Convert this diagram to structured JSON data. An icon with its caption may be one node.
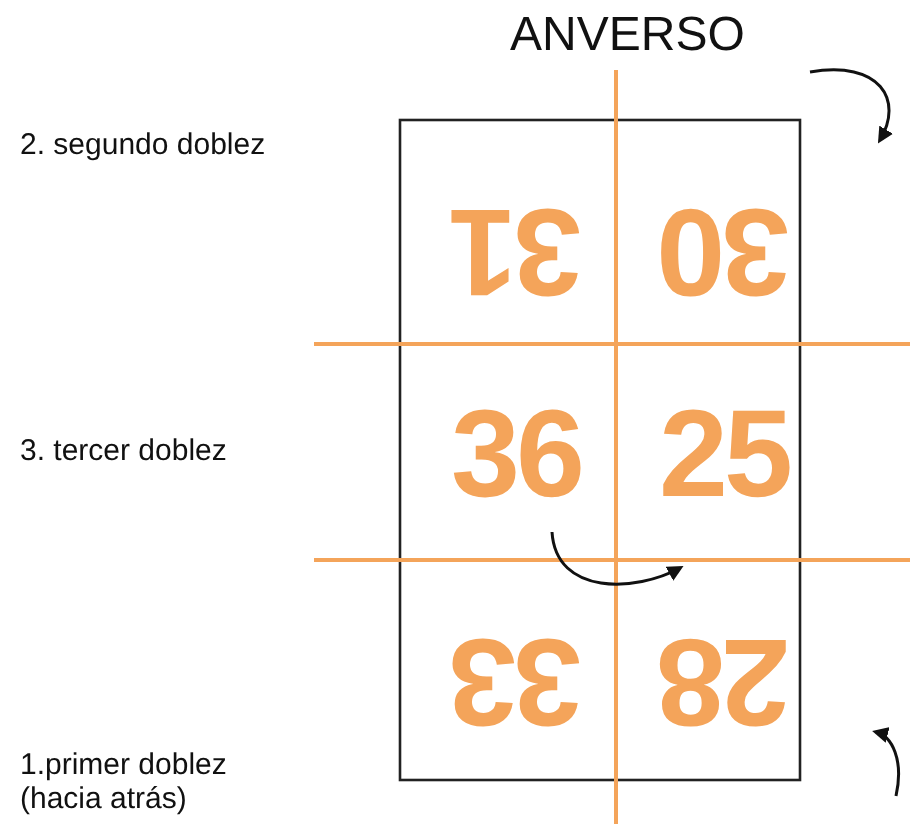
{
  "diagram": {
    "title": "ANVERSO",
    "labels": [
      "2. segundo doblez",
      "31",
      "30",
      "3. tercer doblez",
      "36",
      "25",
      "33",
      "28",
      "1.primer doblez (hacia atrás)"
    ]
  }
}
